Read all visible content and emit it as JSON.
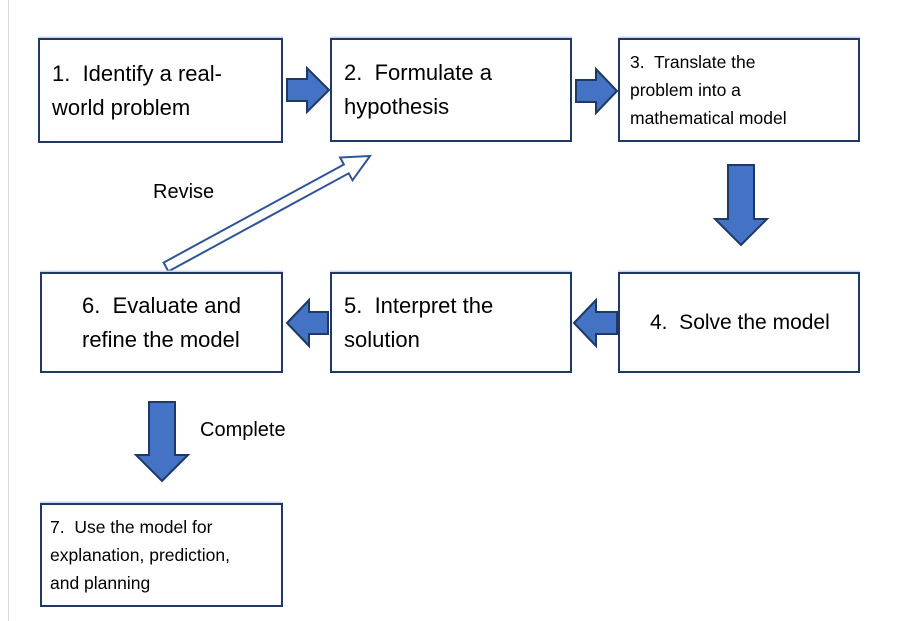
{
  "colors": {
    "box-border": "#1f3864",
    "box-bg": "#ffffff",
    "arrow-fill": "#4472c4",
    "arrow-stroke": "#1f3864",
    "revise-arrow-fill": "#ffffff",
    "revise-arrow-stroke": "#2f5496",
    "text": "#000000",
    "edge-line": "#d9d9d9",
    "canvas-bg": "#ffffff"
  },
  "steps": [
    {
      "text": "1.  Identify a real-\nworld problem"
    },
    {
      "text": "2.  Formulate a\nhypothesis"
    },
    {
      "text": "3.  Translate the\nproblem into a\nmathematical model"
    },
    {
      "text": "4.  Solve the model"
    },
    {
      "text": "5.  Interpret the\nsolution"
    },
    {
      "text": "6.  Evaluate and\nrefine the model"
    },
    {
      "text": "7.  Use the model for\nexplanation, prediction,\nand planning"
    }
  ],
  "labels": {
    "revise": "Revise",
    "complete": "Complete"
  },
  "connections": [
    {
      "from": "step-1",
      "to": "step-2",
      "style": "solid-block-arrow",
      "direction": "right",
      "label": ""
    },
    {
      "from": "step-2",
      "to": "step-3",
      "style": "solid-block-arrow",
      "direction": "right",
      "label": ""
    },
    {
      "from": "step-3",
      "to": "step-4",
      "style": "solid-block-arrow",
      "direction": "down",
      "label": ""
    },
    {
      "from": "step-4",
      "to": "step-5",
      "style": "solid-block-arrow",
      "direction": "left",
      "label": ""
    },
    {
      "from": "step-5",
      "to": "step-6",
      "style": "solid-block-arrow",
      "direction": "left",
      "label": ""
    },
    {
      "from": "step-6",
      "to": "step-2",
      "style": "outline-arrow",
      "direction": "up-right",
      "label": "Revise"
    },
    {
      "from": "step-6",
      "to": "step-7",
      "style": "solid-block-arrow",
      "direction": "down",
      "label": "Complete"
    }
  ]
}
